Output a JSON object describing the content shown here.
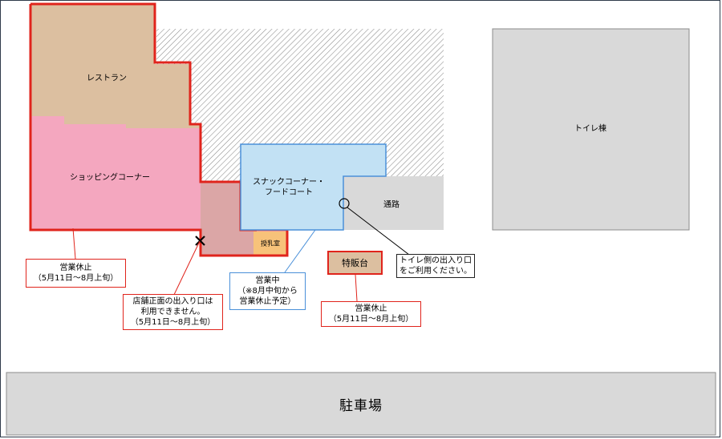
{
  "areas": {
    "restaurant": "レストラン",
    "shopping_corner": "ショッピングコーナー",
    "snack_corner": "スナックコーナー・\nフードコート",
    "ticket_room": "授乳室",
    "toilet_building": "トイレ棟",
    "passage": "通路",
    "parking": "駐車場",
    "special_stand": "特販台"
  },
  "callouts": {
    "store_closed": "営業休止\n（5月11日～8月上旬）",
    "front_entrance": "店舗正面の出入り口は\n利用できません。\n（5月11日～8月上旬）",
    "snack_open": "営業中\n（※8月中旬から\n営業休止予定）",
    "special_stand_closed": "営業休止\n（5月11日～8月上旬）",
    "toilet_side_entrance": "トイレ側の出入り口\nをご利用ください。"
  },
  "colors": {
    "restaurant": "#dcbfa0",
    "shopping": "#f4a7bf",
    "entrance_zone": "#dba6a6",
    "snack": "#c2e1f4",
    "ticket_room": "#f7c27a",
    "gray_block": "#d9d9d9",
    "closed_outline": "#e0241c",
    "open_outline": "#4a90d9"
  }
}
